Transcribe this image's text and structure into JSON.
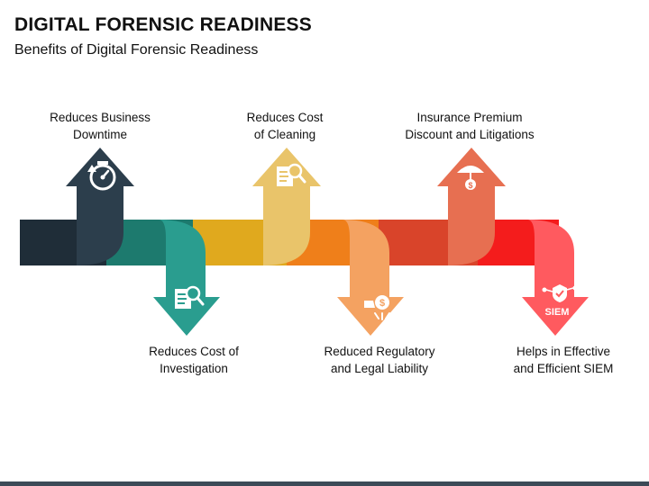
{
  "title": "DIGITAL FORENSIC READINESS",
  "subtitle": "Benefits of Digital Forensic Readiness",
  "steps": [
    {
      "line1": "Reduces Business",
      "line2": "Downtime",
      "icon": "clock-refresh-icon",
      "color": "#2c3e4c",
      "direction": "up"
    },
    {
      "line1": "Reduces Cost of",
      "line2": "Investigation",
      "icon": "document-magnifier-icon",
      "color": "#2a9d8f",
      "direction": "down"
    },
    {
      "line1": "Reduces Cost",
      "line2": "of Cleaning",
      "icon": "document-magnifier-icon",
      "color": "#e9c46a",
      "direction": "up"
    },
    {
      "line1": "Reduced Regulatory",
      "line2": "and Legal Liability",
      "icon": "hand-money-icon",
      "color": "#f4a261",
      "direction": "down"
    },
    {
      "line1": "Insurance Premium",
      "line2": "Discount and Litigations",
      "icon": "umbrella-money-icon",
      "color": "#e76f51",
      "direction": "up"
    },
    {
      "line1": "Helps in Effective",
      "line2": "and Efficient SIEM",
      "icon": "siem-shield-icon",
      "icon_text": "SIEM",
      "color": "#ff5a5f",
      "direction": "down"
    }
  ],
  "colors": {
    "band_dark": "#1f2d38",
    "band_teal": "#1d7a6e",
    "band_yellow": "#e0a91e",
    "band_orange": "#ef7f1a",
    "band_red_orange": "#d9442a",
    "band_red": "#f41c1c",
    "footer": "#3c4a57"
  }
}
